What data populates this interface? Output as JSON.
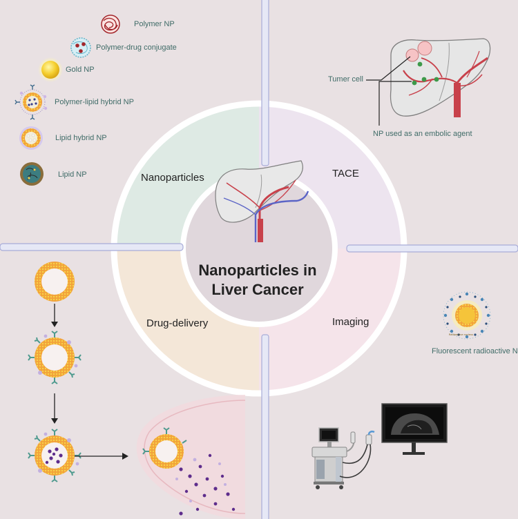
{
  "title_line1": "Nanoparticles in",
  "title_line2": "Liver Cancer",
  "quadrants": {
    "top_left": "Nanoparticles",
    "top_right": "TACE",
    "bottom_left": "Drug-delivery",
    "bottom_right": "Imaging"
  },
  "nanoparticle_types": [
    "Polymer NP",
    "Polymer-drug conjugate",
    "Gold NP",
    "Polymer-lipid hybrid NP",
    "Lipid hybrid NP",
    "Lipid NP"
  ],
  "tace": {
    "tumor_label": "Tumer cell",
    "embolic_label": "NP used as an embolic agent"
  },
  "imaging": {
    "np_label": "Fluorescent radioactive NPs",
    "np_core_text": "Radioactive nucleus"
  },
  "colors": {
    "background": "#e9e1e3",
    "nanoparticles_quadrant": "#deeae4",
    "tace_quadrant": "#ede4ef",
    "drug_delivery_quadrant": "#f4e7d8",
    "imaging_quadrant": "#f5e4ea",
    "lipid_orange": "#f2a23a",
    "lipid_yellow": "#f7d34a",
    "artery_red": "#c8414b",
    "vein_blue": "#5b64c6",
    "embolic_green": "#3d9a4a"
  },
  "icons": [
    "liver-icon",
    "ultrasound-machine-icon",
    "monitor-icon",
    "gold-nanoparticle-icon",
    "liposome-icon",
    "drug-molecule-icon"
  ]
}
